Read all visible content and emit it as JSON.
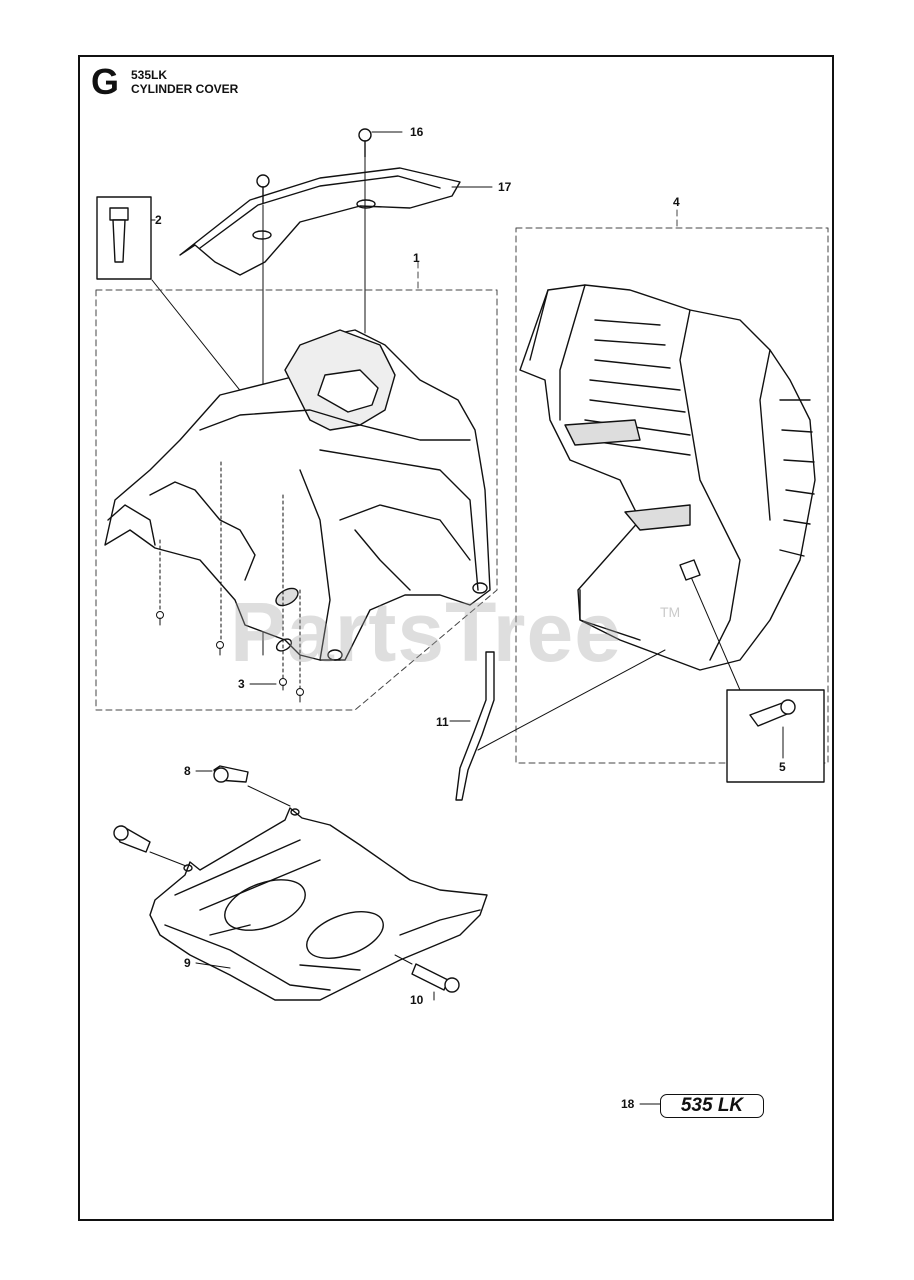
{
  "header": {
    "section_letter": "G",
    "model": "535LK",
    "title": "CYLINDER COVER"
  },
  "callouts": [
    "1",
    "2",
    "3",
    "4",
    "5",
    "8",
    "9",
    "10",
    "11",
    "16",
    "17",
    "18"
  ],
  "decal_text": "535 LK",
  "watermark": {
    "text": "PartsTree",
    "tm": "TM"
  },
  "colors": {
    "line": "#111111",
    "dashed": "#444444",
    "shade": "#dddddd",
    "watermark": "#a0a0a0"
  }
}
